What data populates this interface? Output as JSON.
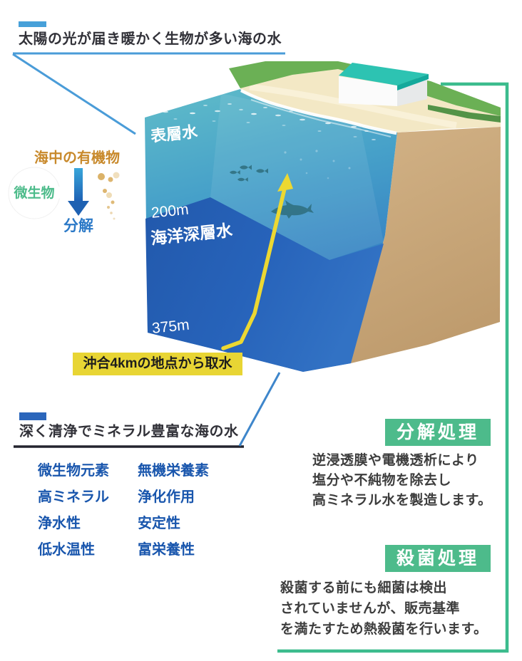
{
  "top_callout": {
    "label": "太陽の光が届き暖かく生物が多い海の水"
  },
  "bottom_callout": {
    "label": "深く清浄でミネラル豊富な海の水"
  },
  "decomposition": {
    "organic_label": "海中の有機物",
    "microbe_label": "微生物",
    "result_label": "分解"
  },
  "ocean_block": {
    "surface_label": "表層水",
    "depth_200": "200m",
    "deep_label": "海洋深層水",
    "depth_375": "375m",
    "intake_label": "沖合4kmの地点から取水"
  },
  "features": {
    "column1": [
      "微生物元素",
      "高ミネラル",
      "浄水性",
      "低水温性"
    ],
    "column2": [
      "無機栄養素",
      "浄化作用",
      "安定性",
      "富栄養性"
    ]
  },
  "panels": [
    {
      "title": "分解処理",
      "lines": [
        "逆浸透膜や電機透析により",
        "塩分や不純物を除去し",
        "高ミネラル水を製造します。"
      ]
    },
    {
      "title": "殺菌処理",
      "lines": [
        "殺菌する前にも細菌は検出",
        "されていませんが、販売基準",
        "を満たすため熱殺菌を行います。"
      ]
    }
  ],
  "colors": {
    "accent_green": "#4dbb8b",
    "frame_green": "#3cbc8d",
    "highlight_yellow": "#e8d534",
    "callout_blue": "#4a9cd8",
    "feature_blue": "#1956ad",
    "organic_orange": "#c8892b",
    "microbe_green": "#4cbb8a",
    "surface_water": "#4aa6c9",
    "deep_water": "#2763ba",
    "sand": "#f3e8c5",
    "grass": "#6bb055",
    "earth": "#c9a878",
    "roof_teal": "#2dc3b2"
  }
}
